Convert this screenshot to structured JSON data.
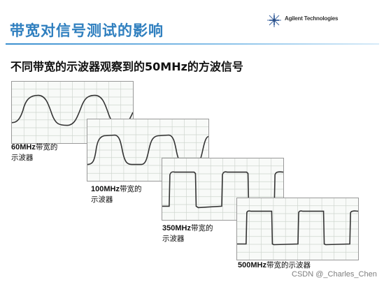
{
  "header": {
    "title": "带宽对信号测试的影响",
    "brand": "Agilent Technologies"
  },
  "subtitle": "不同带宽的示波器观察到的50MHz的方波信号",
  "scopes": [
    {
      "bandwidth": "60MHz",
      "line1_suffix": "带宽的",
      "line2": "示波器"
    },
    {
      "bandwidth": "100MHz",
      "line1_suffix": "带宽的",
      "line2": "示波器"
    },
    {
      "bandwidth": "350MHz",
      "line1_suffix": "带宽的",
      "line2": "示波器"
    },
    {
      "bandwidth": "500MHz",
      "line1_suffix": "带宽的示波器",
      "line2": ""
    }
  ],
  "watermark": "CSDN @_Charles_Chen"
}
